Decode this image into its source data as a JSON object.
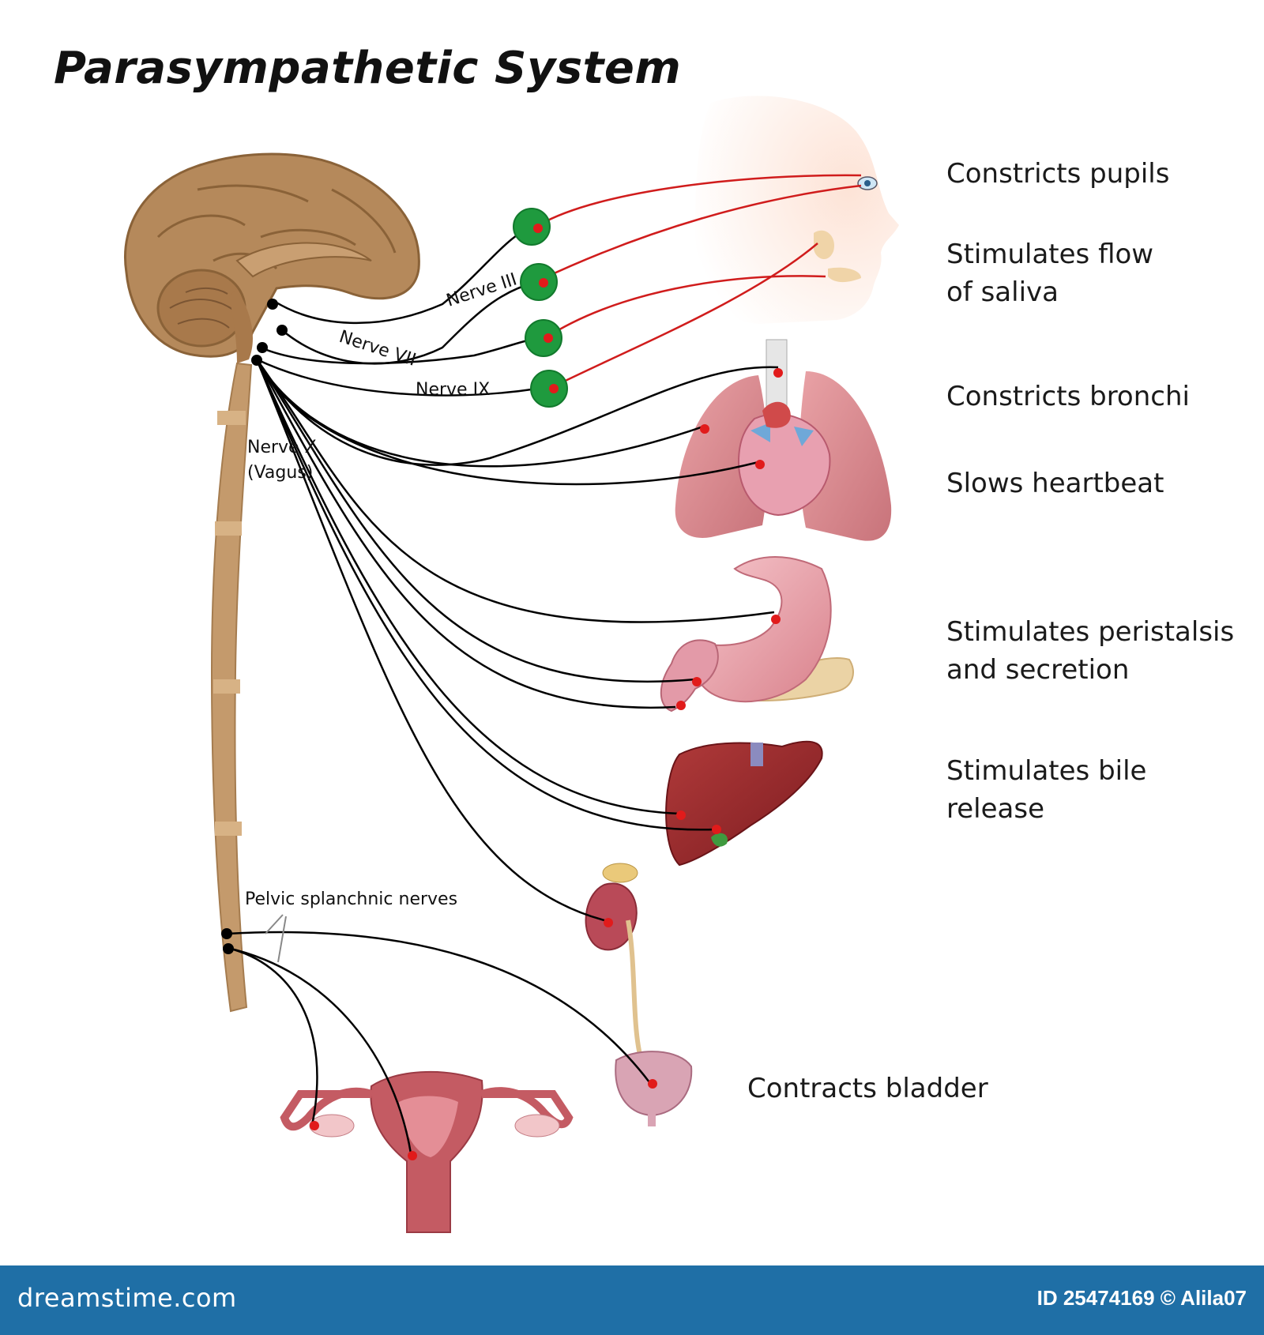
{
  "title": "Parasympathetic System",
  "nerves": {
    "nerve_iii": "Nerve III",
    "nerve_vii": "Nerve VII",
    "nerve_ix": "Nerve IX",
    "nerve_x_line1": "Nerve X",
    "nerve_x_line2": "(Vagus)",
    "pelvic": "Pelvic splanchnic nerves"
  },
  "effects": {
    "pupils": "Constricts pupils",
    "saliva_line1": "Stimulates flow",
    "saliva_line2": "of saliva",
    "bronchi": "Constricts bronchi",
    "heart": "Slows heartbeat",
    "peristalsis_line1": "Stimulates peristalsis",
    "peristalsis_line2": "and secretion",
    "bile_line1": "Stimulates bile",
    "bile_line2": "release",
    "bladder": "Contracts bladder"
  },
  "footer": {
    "brand": "dreamstime.com",
    "id": "ID 25474169 © Alila07"
  },
  "colors": {
    "nerve_preganglionic": "#000000",
    "nerve_postganglionic": "#d01c1c",
    "ganglion": "#1f9a3e",
    "brain": "#b5895b",
    "spinal_cord": "#c49a6c",
    "footer": "#1f6fa6"
  }
}
